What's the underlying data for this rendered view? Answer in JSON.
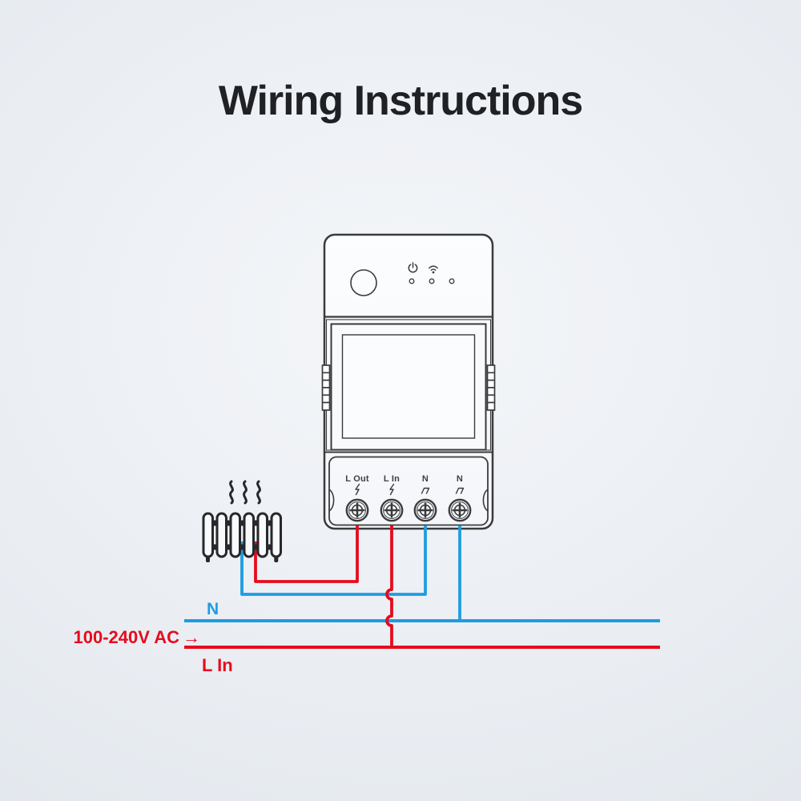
{
  "title": "Wiring Instructions",
  "device": {
    "terminals": [
      {
        "label": "L Out",
        "symbol": "lightning"
      },
      {
        "label": "L In",
        "symbol": "lightning"
      },
      {
        "label": "N",
        "symbol": "neutral-wave"
      },
      {
        "label": "N",
        "symbol": "neutral-wave"
      }
    ]
  },
  "wiring": {
    "neutral_label": "N",
    "supply_label": "100-240V AC",
    "supply_arrow": "→",
    "line_in_label": "L In"
  },
  "colors": {
    "wire_live": "#e60b1e",
    "wire_neutral": "#1f9ce0",
    "device_outline": "#3a3b3d",
    "heater_outline": "#26282b",
    "title_text": "#1f2124"
  }
}
